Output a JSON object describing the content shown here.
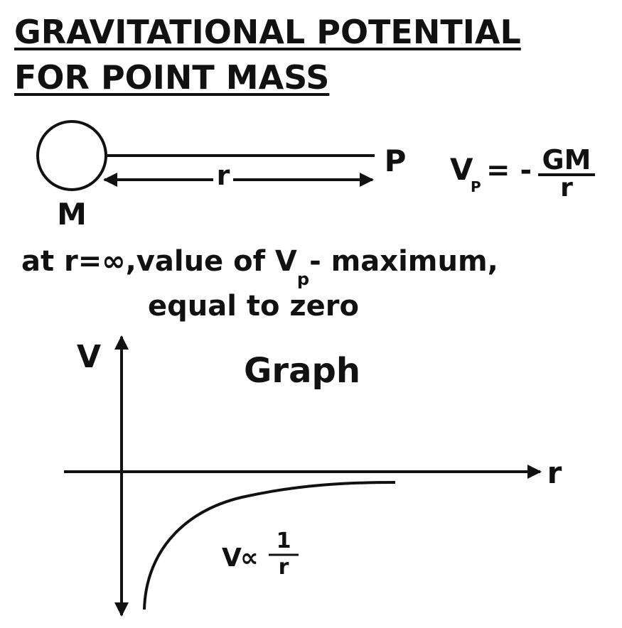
{
  "title": {
    "line1": "GRAVITATIONAL POTENTIAL",
    "line2": "FOR POINT MASS"
  },
  "setup": {
    "mass_label": "M",
    "point_label": "P",
    "distance_label": "r"
  },
  "formula": {
    "lhs": "V",
    "lhs_subscript": "P",
    "equals_minus": "= -",
    "numerator": "GM",
    "denominator": "r"
  },
  "note": {
    "part1": "at r=",
    "infinity": "∞",
    "part2": ",value of V",
    "subscript": "p",
    "part3": "- maximum,",
    "line2": "equal to zero"
  },
  "graph": {
    "heading": "Graph",
    "y_axis_label": "V",
    "x_axis_label": "r",
    "relation_prefix": "V",
    "proportional_symbol": "∝",
    "fraction_numerator": "1",
    "fraction_denominator": "r"
  },
  "colors": {
    "ink": "#111111",
    "background": "#ffffff"
  }
}
